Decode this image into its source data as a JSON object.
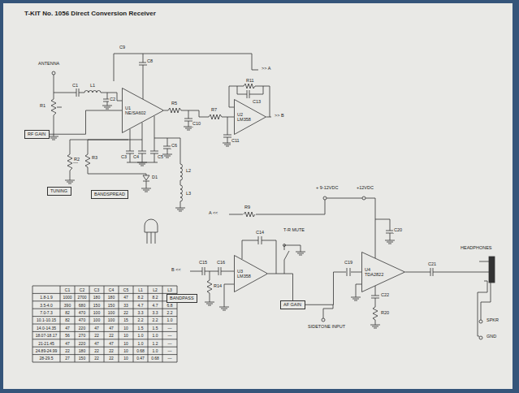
{
  "diagram": {
    "title": "T-KIT No. 1056 Direct Conversion Receiver",
    "nodes": [
      {
        "text": [
          "U1",
          "NE/SA602"
        ]
      },
      {
        "text": [
          "U2",
          "LM358"
        ]
      },
      {
        "text": [
          "U3",
          "LM358"
        ]
      },
      {
        "text": [
          "U4",
          "TDA2822"
        ]
      },
      {
        "text": [
          "RF GAIN"
        ]
      },
      {
        "text": [
          "TUNING"
        ]
      },
      {
        "text": [
          "BANDSPREAD"
        ]
      },
      {
        "text": [
          "BANDPASS"
        ]
      },
      {
        "text": [
          "AF GAIN"
        ]
      }
    ],
    "edges": [
      {
        "from": 4,
        "to": 0,
        "arrow": "none"
      },
      {
        "from": 0,
        "to": 1,
        "arrow": "none"
      },
      {
        "from": 2,
        "to": 8,
        "arrow": "none"
      },
      {
        "from": 8,
        "to": 3,
        "arrow": "none"
      }
    ],
    "labels": [
      "ANTENNA",
      ">> A",
      ">> B",
      "R1",
      "C1",
      "L1",
      "C2",
      "C3",
      "C4",
      "C5",
      "C6",
      "C8",
      "C9",
      "R2",
      "R3",
      "D1",
      "L2",
      "L3",
      "R5",
      "C10",
      "R7",
      "C11",
      "R11",
      "C13",
      "A <<",
      "B <<",
      "R9",
      "C14",
      "R14",
      "C15",
      "C16",
      "T-R MUTE",
      "C19",
      "C20",
      "C21",
      "C22",
      "R20",
      "+ 9-12VDC",
      "+12VDC",
      "HEADPHONES",
      "SIDETONE INPUT",
      "SPKR",
      "GND",
      "C1",
      "C2",
      "C3",
      "C4",
      "C5",
      "L1",
      "L2",
      "L3",
      "1.8-1.9",
      "1000",
      "2700",
      "180",
      "180",
      "47",
      "8.2",
      "8.2",
      "12",
      "3.5-4.0",
      "390",
      "680",
      "150",
      "150",
      "33",
      "4.7",
      "4.7",
      "6.8",
      "7.0-7.3",
      "82",
      "470",
      "100",
      "100",
      "22",
      "3.3",
      "3.3",
      "2.2",
      "10.1-10.15",
      "82",
      "470",
      "100",
      "100",
      "15",
      "2.2",
      "2.2",
      "1.0",
      "14.0-14.35",
      "47",
      "220",
      "47",
      "47",
      "10",
      "1.5",
      "1.5",
      "—",
      "18.07-18.17",
      "56",
      "270",
      "22",
      "22",
      "10",
      "1.0",
      "1.0",
      "—",
      "21-21.45",
      "47",
      "220",
      "47",
      "47",
      "10",
      "1.0",
      "1.2",
      "—",
      "24.89-24.99",
      "22",
      "180",
      "22",
      "22",
      "10",
      "0.68",
      "1.0",
      "—",
      "28-29.5",
      "27",
      "150",
      "22",
      "22",
      "10",
      "0.47",
      "0.68",
      "—"
    ]
  }
}
